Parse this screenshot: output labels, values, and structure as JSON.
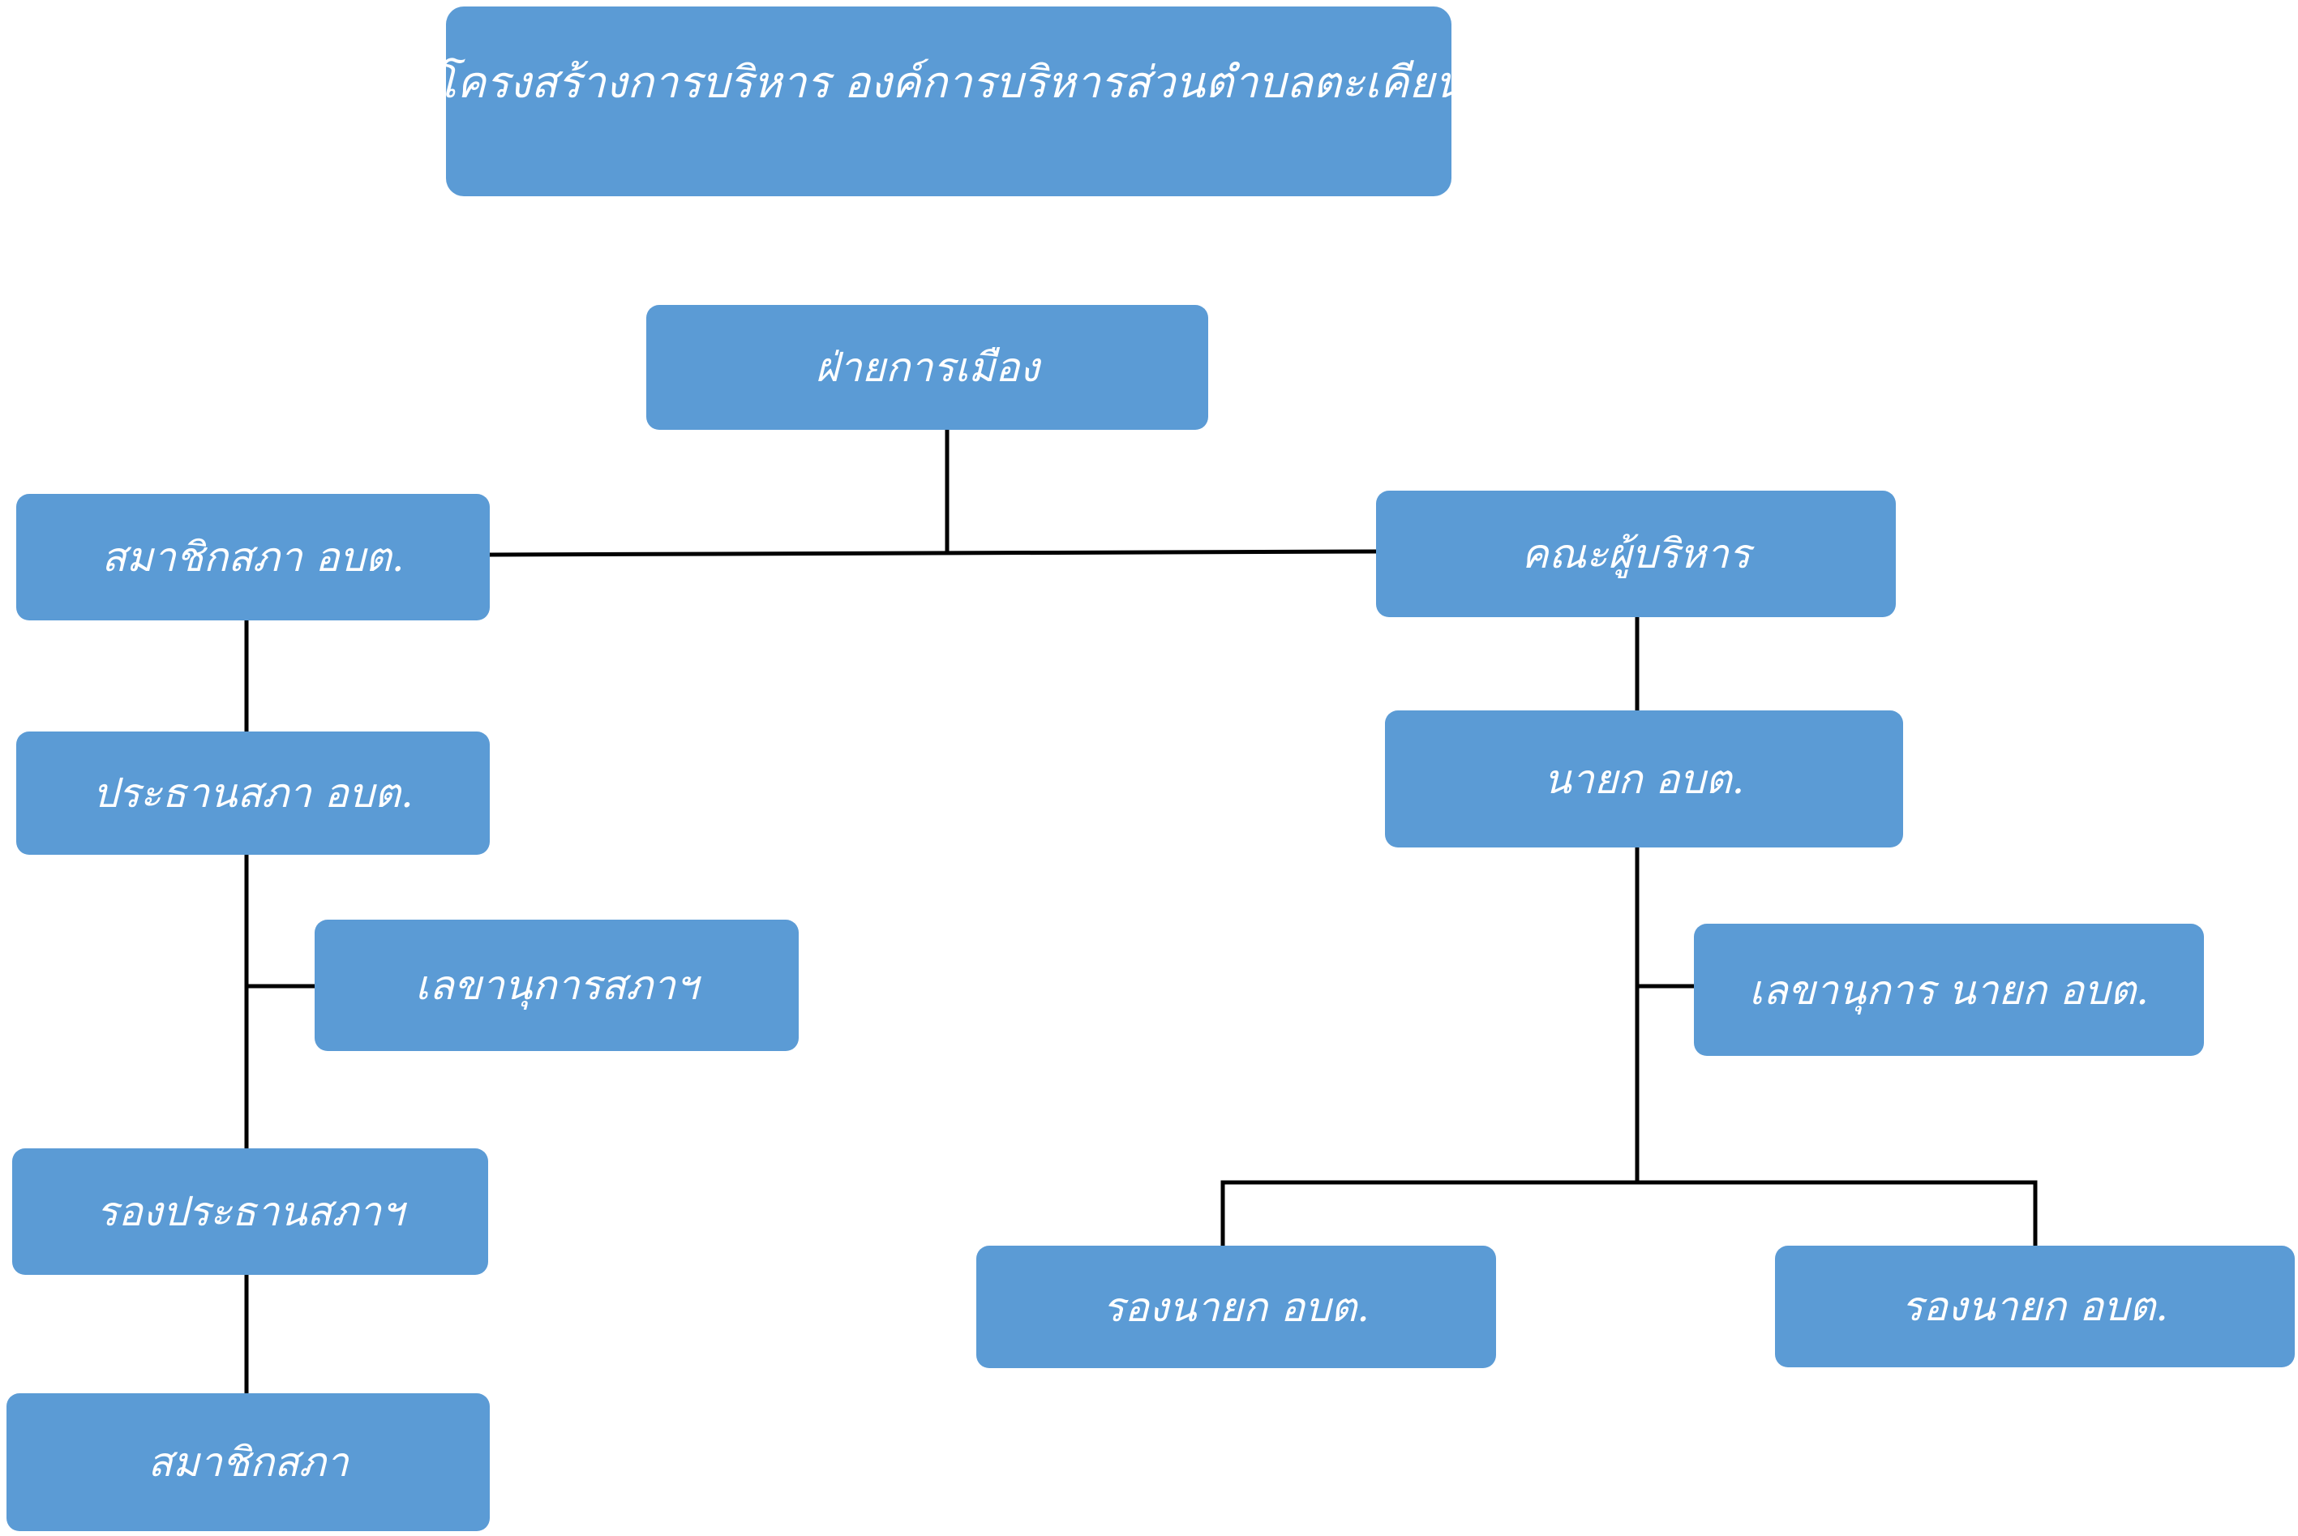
{
  "diagram": {
    "title": "โครงสร้างการบริหาร องค์การบริหารส่วนตำบลตะเคียน",
    "colors": {
      "box_fill": "#5b9bd5",
      "box_text": "#ffffff",
      "connector": "#000000",
      "background": "#ffffff"
    },
    "nodes": {
      "political": "ฝ่ายการเมือง",
      "members": "สมาชิกสภา อบต.",
      "executives": "คณะผู้บริหาร",
      "council_chair": "ประธานสภา อบต.",
      "mayor": "นายก อบต.",
      "council_secretary": "เลขานุการสภาฯ",
      "mayor_secretary": "เลขานุการ นายก อบต.",
      "vice_chair": "รองประธานสภาฯ",
      "vice_mayor_1": "รองนายก อบต.",
      "vice_mayor_2": "รองนายก อบต.",
      "council_members": "สมาชิกสภา"
    },
    "edges": [
      [
        "political",
        "members"
      ],
      [
        "political",
        "executives"
      ],
      [
        "members",
        "council_chair"
      ],
      [
        "council_chair",
        "council_secretary"
      ],
      [
        "council_chair",
        "vice_chair"
      ],
      [
        "vice_chair",
        "council_members"
      ],
      [
        "executives",
        "mayor"
      ],
      [
        "mayor",
        "mayor_secretary"
      ],
      [
        "mayor",
        "vice_mayor_1"
      ],
      [
        "mayor",
        "vice_mayor_2"
      ]
    ]
  }
}
